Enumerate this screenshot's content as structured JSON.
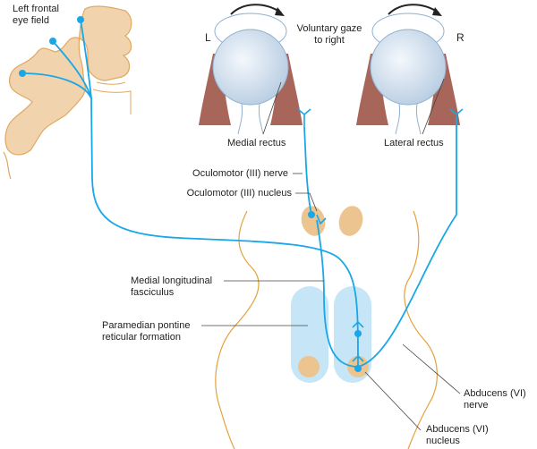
{
  "labels": {
    "frontal_eye_field": [
      "Left frontal",
      "eye field"
    ],
    "left_eye": "L",
    "right_eye": "R",
    "gaze": [
      "Voluntary gaze",
      "to right"
    ],
    "medial_rectus": "Medial rectus",
    "lateral_rectus": "Lateral rectus",
    "oculomotor_nerve": "Oculomotor (III) nerve",
    "oculomotor_nucleus": "Oculomotor (III) nucleus",
    "mlf": [
      "Medial longitudinal",
      "fasciculus"
    ],
    "pprf": [
      "Paramedian pontine",
      "reticular formation"
    ],
    "abducens_nerve": [
      "Abducens (VI)",
      "nerve"
    ],
    "abducens_nucleus": [
      "Abducens (VI)",
      "nucleus"
    ]
  },
  "colors": {
    "pathway": "#1aa7e8",
    "cortex": "#f1d3ae",
    "cortex_outline": "#e0a860",
    "brainstem_outline": "#e4a13c",
    "pprf_fill": "#c6e6f7",
    "nucleus": "#ecc48f",
    "muscle": "#a8655a",
    "eyeball": "#cfdcea",
    "leader": "#444444"
  }
}
